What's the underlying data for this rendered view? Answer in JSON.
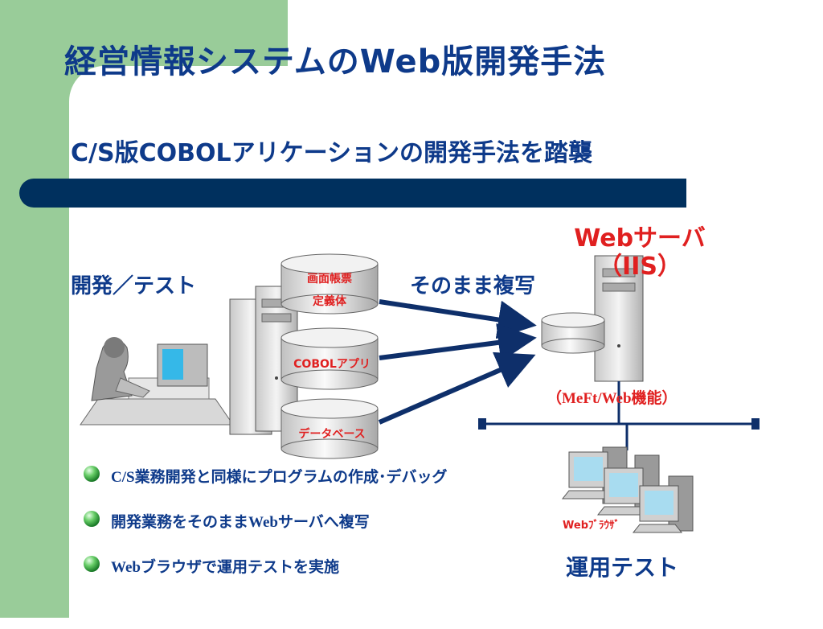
{
  "title": "経営情報システムのWeb版開発手法",
  "subtitle": "C/S版COBOLアリケーションの開発手法を踏襲",
  "diagram": {
    "dev_label": "開発／テスト",
    "copy_label": "そのまま複写",
    "server_label": "Webサーバ（IIS）",
    "server_function": "（MeFt/Web機能）",
    "cylinders": [
      {
        "line1": "画面帳票",
        "line2": "定義体"
      },
      {
        "line1": "COBOLアプリ"
      },
      {
        "line1": "データベース"
      }
    ],
    "browser_label": "Webﾌﾞﾗｳｻﾞ",
    "op_test_label": "運用テスト"
  },
  "bullets": [
    "C/S業務開発と同様にプログラムの作成･デバッグ",
    "開発業務をそのままWebサーバへ複写",
    "Webブラウザで運用テストを実施"
  ],
  "colors": {
    "title": "#0e3a8a",
    "accent_red": "#e02020",
    "bar": "#00305e",
    "sidebar_green": "#99cc99"
  }
}
